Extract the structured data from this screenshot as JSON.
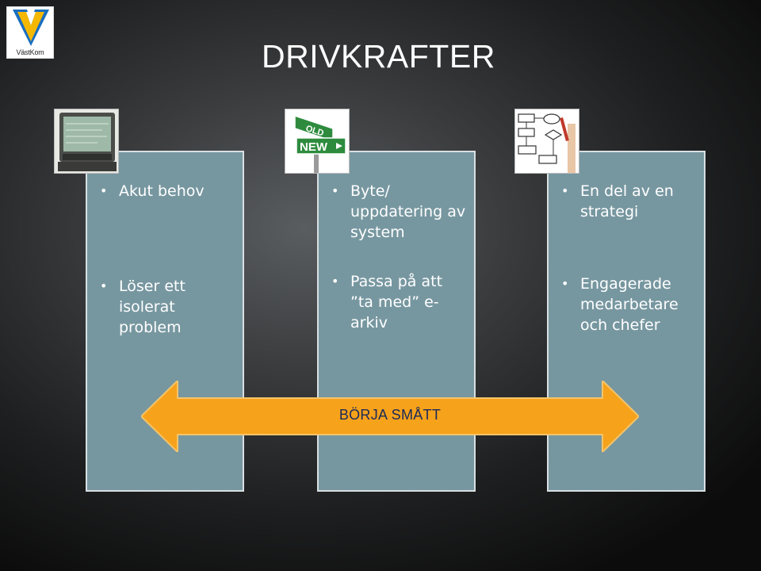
{
  "logo": {
    "text": "VästKom"
  },
  "title": "DRIVKRAFTER",
  "panels": [
    {
      "top": "Akut behov",
      "bottom": "Löser ett isolerat problem"
    },
    {
      "top": "Byte/ uppdatering av system",
      "bottom": "Passa på att ”ta med” e-arkiv"
    },
    {
      "top": "En del av en strategi",
      "bottom": "Engagerade medarbetare och chefer"
    }
  ],
  "images": {
    "monitor": "old-computer-monitor-image",
    "sign": {
      "icon": "old-new-street-sign-image",
      "text_top": "OLD",
      "text_bottom": "NEW"
    },
    "flowchart": "flowchart-drawing-image"
  },
  "arrow": {
    "label": "BÖRJA SMÅTT",
    "color": "#f7a21b"
  },
  "colors": {
    "panel": "#7797a0",
    "accent_logo": "#f5b800",
    "logo_blue": "#1a6fc0"
  }
}
